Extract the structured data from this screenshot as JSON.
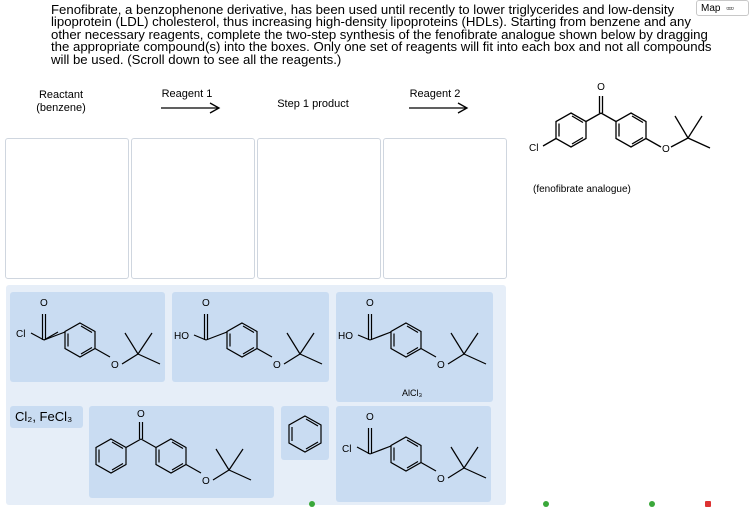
{
  "question": {
    "text": "Fenofibrate, a benzophenone derivative, has been used until recently to lower triglycerides and low-density lipoprotein (LDL) cholesterol, thus increasing high-density lipoproteins (HDLs). Starting from benzene and any other necessary reagents, complete the two-step synthesis of the fenofibrate analogue shown below by dragging the appropriate compound(s) into the boxes. Only one set of reagents will fit into each box and not all compounds will be used. (Scroll down to see all the reagents.)"
  },
  "toolbar": {
    "map_label": "Map"
  },
  "scheme": {
    "reactant_label": "Reactant",
    "reactant_sub": "(benzene)",
    "reagent1_label": "Reagent 1",
    "step1_label": "Step 1 product",
    "reagent2_label": "Reagent 2",
    "product_name": "(fenofibrate analogue)"
  },
  "atoms": {
    "cl": "Cl",
    "o": "O",
    "ho": "HO"
  },
  "tiles": {
    "cl2_fecl3": "Cl₂, FeCl₃",
    "alcl3": "AlCl₃"
  },
  "colors": {
    "tile": "#c9dcf2",
    "tray": "#e6eef8",
    "box_border": "#cfd6df"
  }
}
